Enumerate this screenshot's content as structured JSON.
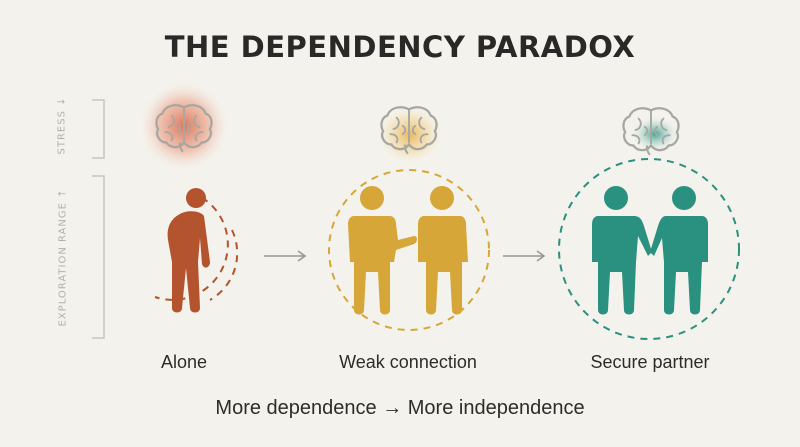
{
  "title": "THE DEPENDENCY PARADOX",
  "axis": {
    "stress_label": "STRESS",
    "stress_arrow": "↓",
    "exploration_label": "EXPLORATION RANGE",
    "exploration_arrow": "↑"
  },
  "stages": [
    {
      "label": "Alone",
      "color": "#b3542e",
      "glow": "#e07a5a"
    },
    {
      "label": "Weak connection",
      "color": "#d6a638",
      "glow": "#f0c060"
    },
    {
      "label": "Secure partner",
      "color": "#2a9080",
      "glow": "#5fb8aa"
    }
  ],
  "caption": "More dependence → More independence",
  "colors": {
    "background": "#f4f2ec",
    "brain_outline": "#a8a6a2",
    "arrow": "#9a9894",
    "text": "#2e2c2a"
  }
}
